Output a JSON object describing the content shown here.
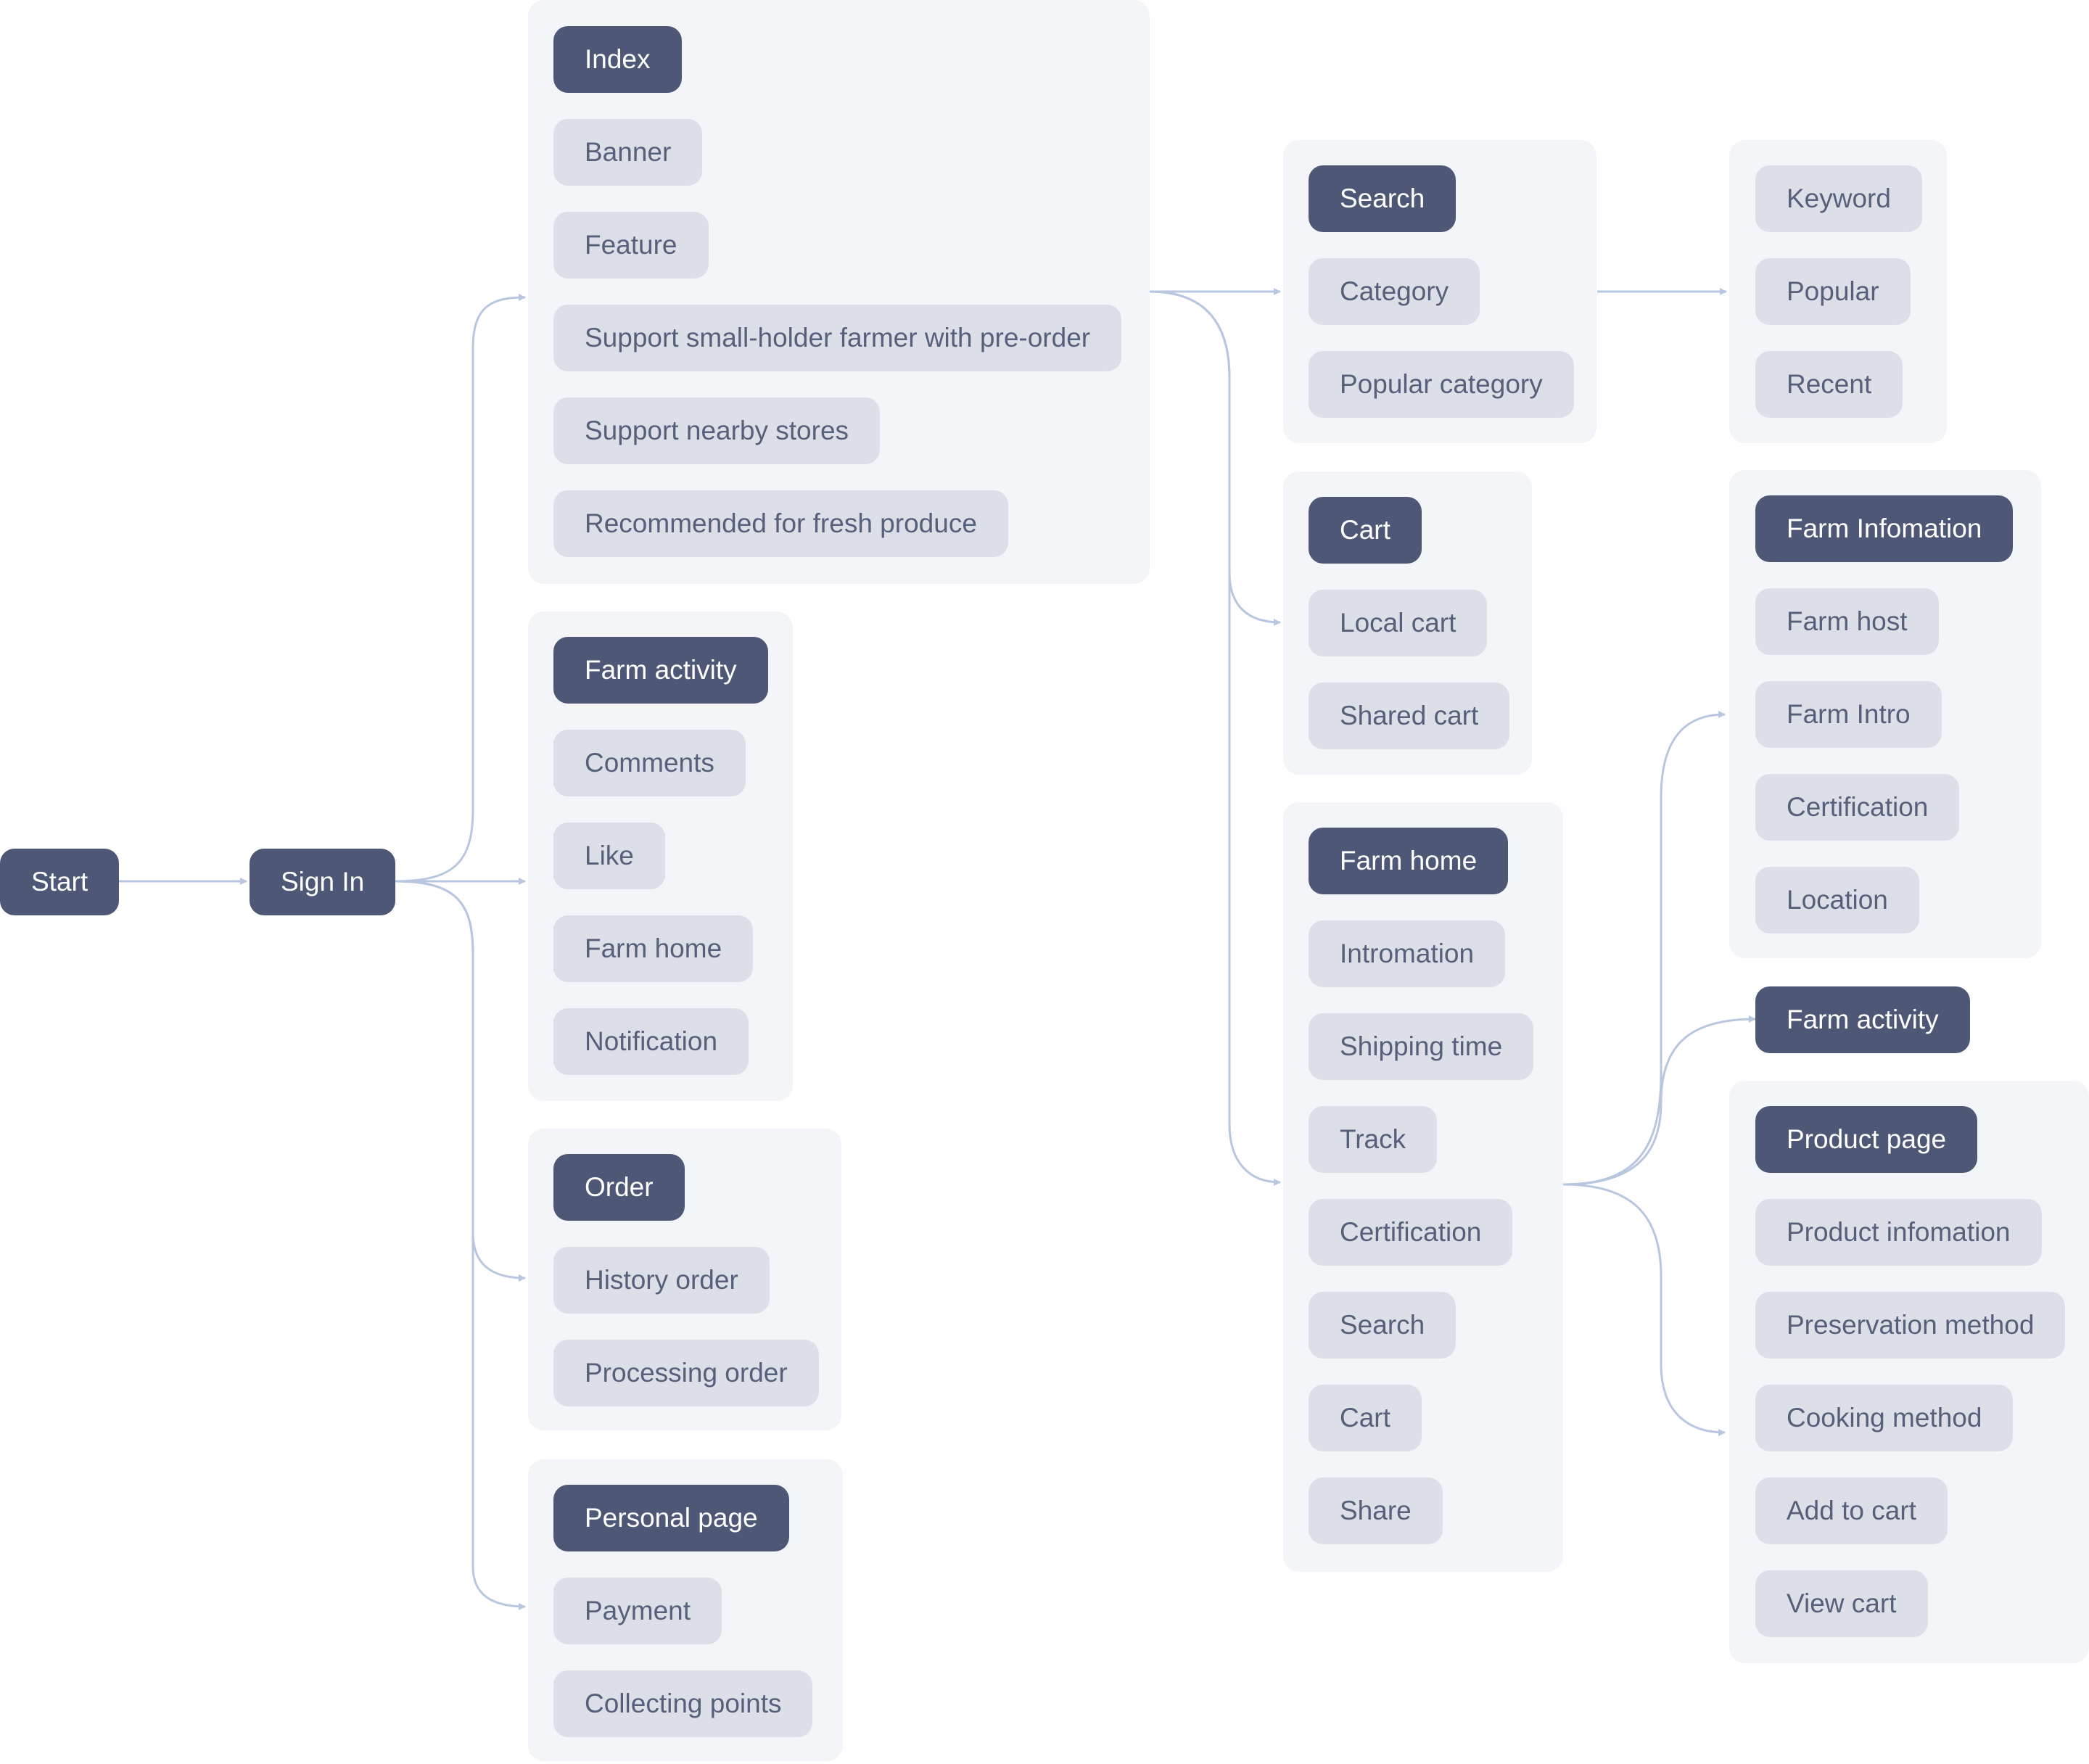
{
  "colors": {
    "dark_node": "#4e5876",
    "light_node": "#dcdfe8",
    "light_text": "#57607a",
    "group_bg": "#f4f5f8",
    "connector": "#b9c6e0"
  },
  "flow": {
    "start": "Start",
    "sign_in": "Sign In"
  },
  "index": {
    "title": "Index",
    "items": [
      "Banner",
      "Feature",
      "Support small-holder farmer with pre-order",
      "Support nearby stores",
      "Recommended for fresh produce"
    ]
  },
  "farm_activity_group": {
    "title": "Farm activity",
    "items": [
      "Comments",
      "Like",
      "Farm home",
      "Notification"
    ]
  },
  "order": {
    "title": "Order",
    "items": [
      "History order",
      "Processing order"
    ]
  },
  "personal_page": {
    "title": "Personal page",
    "items": [
      "Payment",
      "Collecting points"
    ]
  },
  "search": {
    "title": "Search",
    "items": [
      "Category",
      "Popular category"
    ]
  },
  "search_options": {
    "items": [
      "Keyword",
      "Popular",
      "Recent"
    ]
  },
  "cart": {
    "title": "Cart",
    "items": [
      "Local cart",
      "Shared cart"
    ]
  },
  "farm_home": {
    "title": "Farm home",
    "items": [
      "Intromation",
      "Shipping time",
      "Track",
      "Certification",
      "Search",
      "Cart",
      "Share"
    ]
  },
  "farm_information": {
    "title": "Farm Infomation",
    "items": [
      "Farm host",
      "Farm Intro",
      "Certification",
      "Location"
    ]
  },
  "farm_activity_node": {
    "title": "Farm activity"
  },
  "product_page": {
    "title": "Product page",
    "items": [
      "Product infomation",
      "Preservation method",
      "Cooking method",
      "Add to cart",
      "View cart"
    ]
  }
}
